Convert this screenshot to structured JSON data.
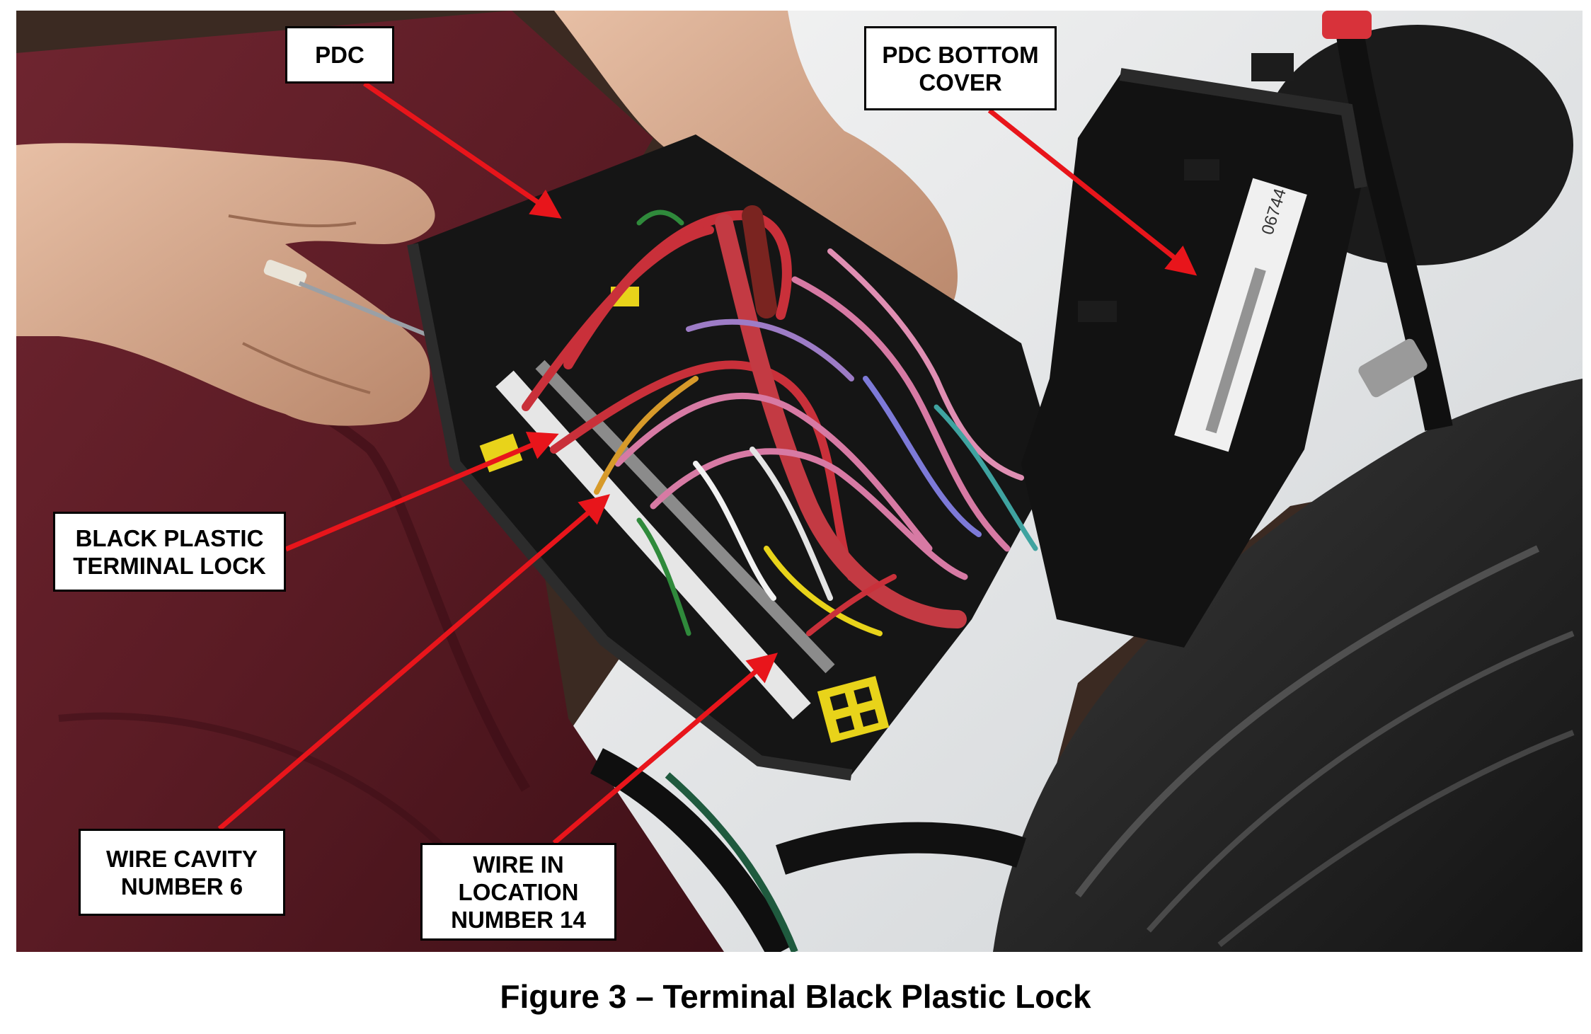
{
  "figure": {
    "caption": "Figure 3 – Terminal Black Plastic Lock"
  },
  "callouts": {
    "pdc": [
      "PDC"
    ],
    "bottom_cover": [
      "PDC BOTTOM",
      "COVER"
    ],
    "terminal_lock": [
      "BLACK PLASTIC",
      "TERMINAL LOCK"
    ],
    "cavity_6": [
      "WIRE CAVITY",
      "NUMBER 6"
    ],
    "location_14": [
      "WIRE IN",
      "LOCATION",
      "NUMBER 14"
    ]
  },
  "photo": {
    "cover_label": "06744"
  },
  "colors": {
    "arrow": "#e8151b",
    "cloth": "#5e1a22",
    "housing": "#141414",
    "wire_red": "#c9303a",
    "wire_pink": "#d77aa4",
    "connector_yellow": "#e8d31a"
  }
}
